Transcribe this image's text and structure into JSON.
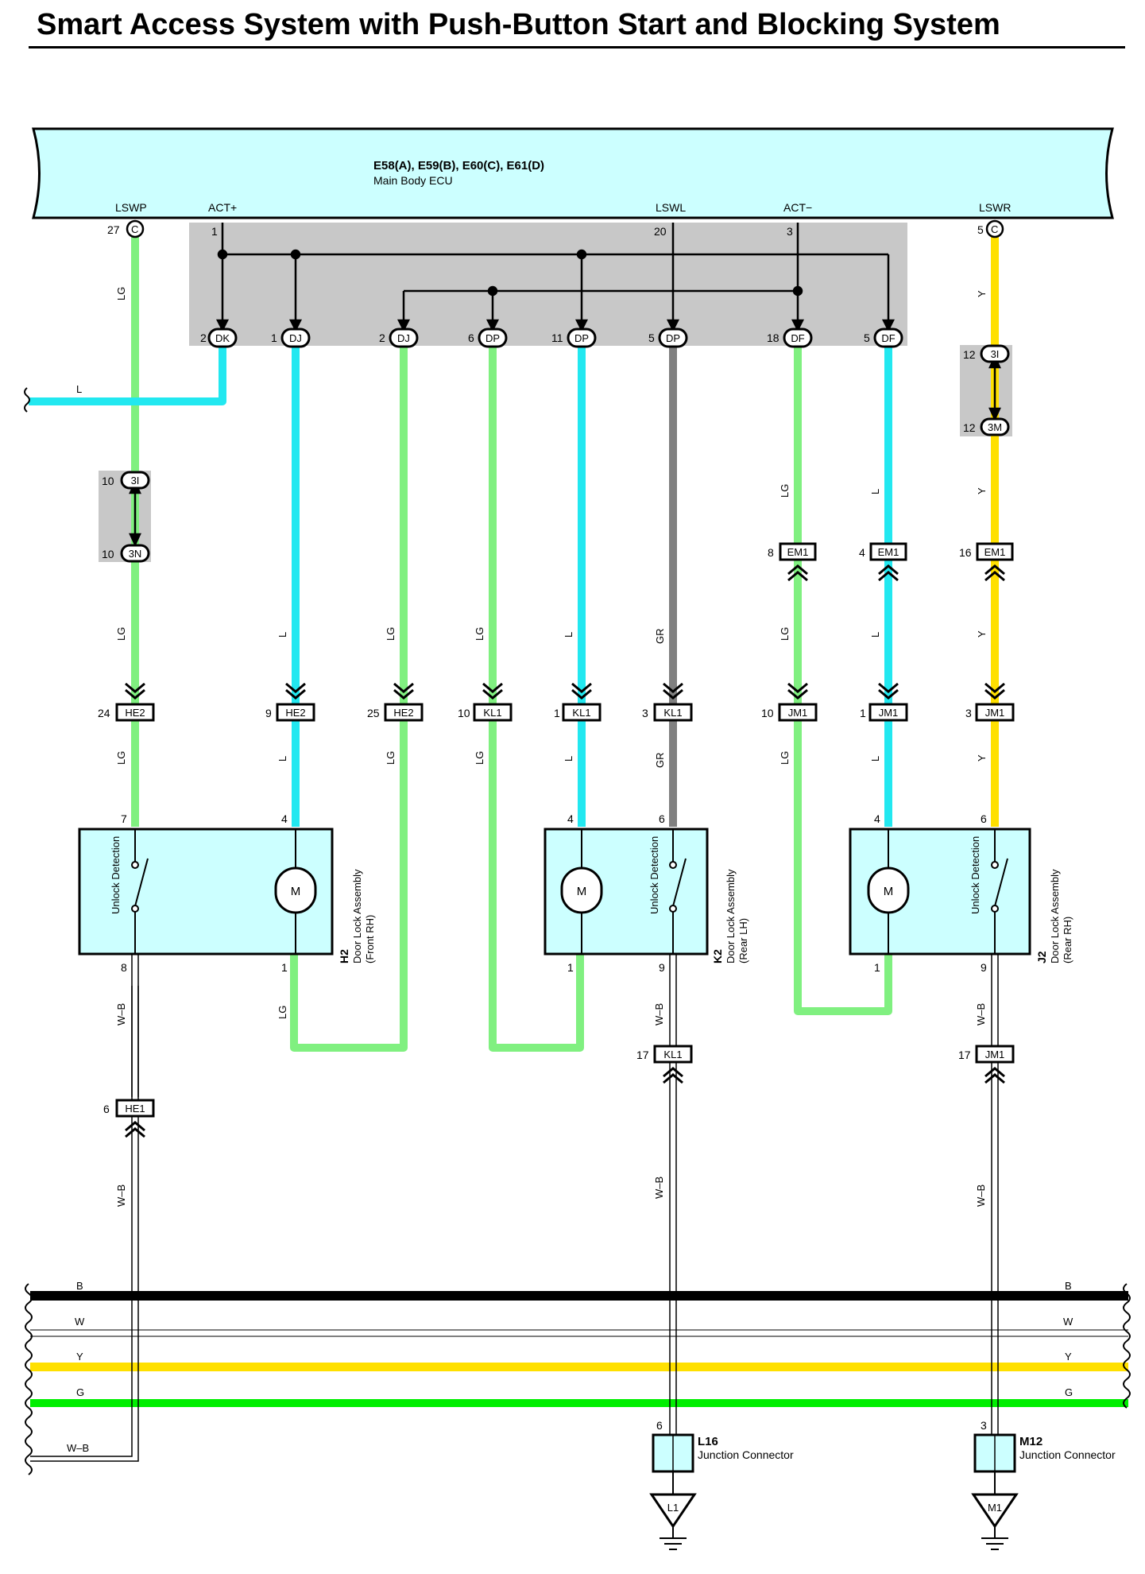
{
  "title": "Smart Access System with Push-Button Start and Blocking System",
  "colors": {
    "LG": "#80f080",
    "L": "#22e8f0",
    "Y": "#ffe000",
    "GR": "#808080",
    "B": "#000000",
    "G": "#00ee00",
    "ecu_fill": "#ccffff",
    "junction_box": "#c8c8c8",
    "component_fill": "#ccffff"
  },
  "ecu": {
    "connectors": "E58(A), E59(B), E60(C), E61(D)",
    "name": "Main Body ECU",
    "terminals": [
      {
        "name": "LSWP",
        "pin": "27",
        "conn": "C"
      },
      {
        "name": "ACT+",
        "pin": "1"
      },
      {
        "name": "LSWL",
        "pin": "20"
      },
      {
        "name": "ACT−",
        "pin": "3"
      },
      {
        "name": "LSWR",
        "pin": "5",
        "conn": "C"
      }
    ]
  },
  "junction_outputs": [
    {
      "pin": "2",
      "conn": "DK"
    },
    {
      "pin": "1",
      "conn": "DJ"
    },
    {
      "pin": "2",
      "conn": "DJ"
    },
    {
      "pin": "6",
      "conn": "DP"
    },
    {
      "pin": "11",
      "conn": "DP"
    },
    {
      "pin": "5",
      "conn": "DP"
    },
    {
      "pin": "18",
      "conn": "DF"
    },
    {
      "pin": "5",
      "conn": "DF"
    }
  ],
  "inline_pairs": [
    {
      "top_pin": "10",
      "top_conn": "3I",
      "bottom_pin": "10",
      "bottom_conn": "3N"
    },
    {
      "top_pin": "12",
      "top_conn": "3I",
      "bottom_pin": "12",
      "bottom_conn": "3M"
    }
  ],
  "em1_connectors": [
    {
      "pin": "8",
      "conn": "EM1"
    },
    {
      "pin": "4",
      "conn": "EM1"
    },
    {
      "pin": "16",
      "conn": "EM1"
    }
  ],
  "row_connectors": [
    {
      "pin": "24",
      "conn": "HE2"
    },
    {
      "pin": "9",
      "conn": "HE2"
    },
    {
      "pin": "25",
      "conn": "HE2"
    },
    {
      "pin": "10",
      "conn": "KL1"
    },
    {
      "pin": "1",
      "conn": "KL1"
    },
    {
      "pin": "3",
      "conn": "KL1"
    },
    {
      "pin": "10",
      "conn": "JM1"
    },
    {
      "pin": "1",
      "conn": "JM1"
    },
    {
      "pin": "3",
      "conn": "JM1"
    }
  ],
  "wire_labels": {
    "lg": "LG",
    "l": "L",
    "y": "Y",
    "gr": "GR",
    "wb": "W–B",
    "b": "B",
    "w": "W",
    "g": "G"
  },
  "components": [
    {
      "code": "H2",
      "name": "Door Lock Assembly",
      "position": "(Front RH)",
      "switch": "Unlock Detection",
      "motor": "M",
      "pins": {
        "switch_top": "7",
        "motor_top": "4",
        "switch_bottom": "8",
        "motor_bottom": "1"
      }
    },
    {
      "code": "K2",
      "name": "Door Lock Assembly",
      "position": "(Rear LH)",
      "switch": "Unlock Detection",
      "motor": "M",
      "pins": {
        "switch_top": "6",
        "motor_top": "4",
        "switch_bottom": "9",
        "motor_bottom": "1"
      }
    },
    {
      "code": "J2",
      "name": "Door Lock Assembly",
      "position": "(Rear RH)",
      "switch": "Unlock Detection",
      "motor": "M",
      "pins": {
        "switch_top": "6",
        "motor_top": "4",
        "switch_bottom": "9",
        "motor_bottom": "1"
      }
    }
  ],
  "lower_connectors": [
    {
      "pin": "17",
      "conn": "KL1"
    },
    {
      "pin": "17",
      "conn": "JM1"
    },
    {
      "pin": "6",
      "conn": "HE1"
    }
  ],
  "junction_connectors": [
    {
      "code": "L16",
      "name": "Junction Connector",
      "pin": "6",
      "ground": "L1"
    },
    {
      "code": "M12",
      "name": "Junction Connector",
      "pin": "3",
      "ground": "M1"
    }
  ]
}
